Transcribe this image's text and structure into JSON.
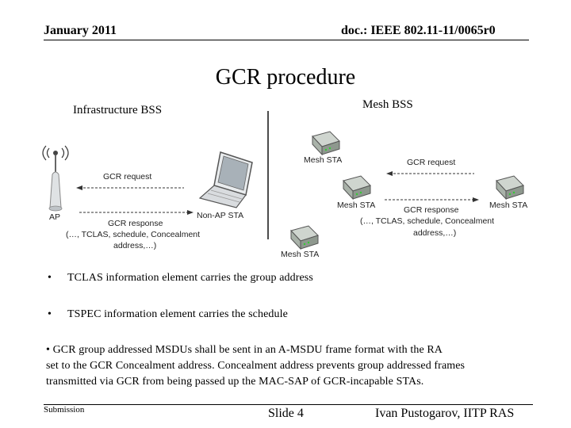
{
  "header": {
    "date": "January 2011",
    "doc_id": "doc.: IEEE 802.11-11/0065r0"
  },
  "title": "GCR procedure",
  "infra": {
    "label": "Infrastructure  BSS",
    "ap_label": "AP",
    "sta_label": "Non-AP STA",
    "request_label": "GCR request",
    "response_line1": "GCR response",
    "response_line2": "(…, TCLAS, schedule, Concealment",
    "response_line3": "address,…)"
  },
  "mesh": {
    "label": "Mesh  BSS",
    "sta_top": "Mesh STA",
    "sta_mid": "Mesh STA",
    "sta_right": "Mesh STA",
    "sta_bottom": "Mesh STA",
    "request_label": "GCR request",
    "response_line1": "GCR response",
    "response_line2": "(…, TCLAS, schedule, Concealment",
    "response_line3": "address,…)"
  },
  "bullets": {
    "b1": "TCLAS information element carries the group address",
    "b2": "TSPEC information element carries the schedule",
    "b3_line1": "•    GCR group addressed MSDUs shall be sent in an A-MSDU frame format with the RA",
    "b3_line2": "set to the GCR Concealment address. Concealment address prevents group addressed frames",
    "b3_line3": "transmitted via GCR from being passed up the MAC-SAP of GCR-incapable STAs.",
    "marker": "•"
  },
  "footer": {
    "submission": "Submission",
    "slide": "Slide 4",
    "author": "Ivan Pustogarov, IITP RAS"
  }
}
